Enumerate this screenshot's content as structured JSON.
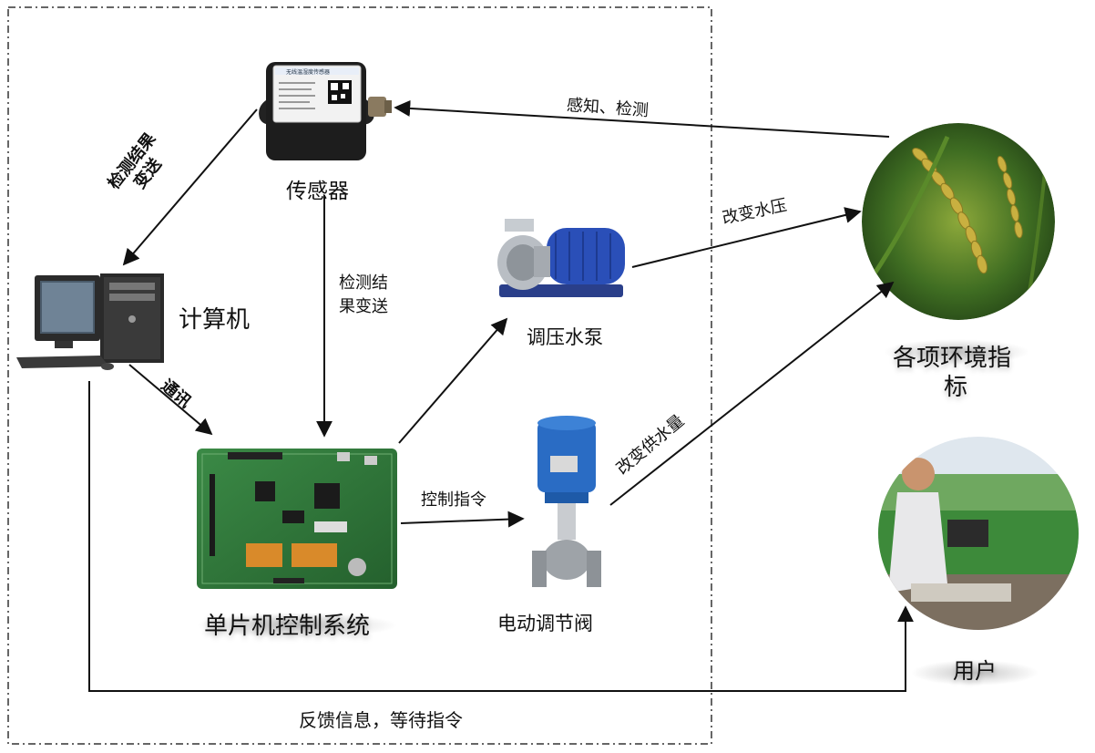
{
  "nodes": {
    "sensor": {
      "label": "传感器",
      "panel": [
        "无线温湿度传感器"
      ]
    },
    "computer": {
      "label": "计算机"
    },
    "mcu": {
      "label": "单片机控制系统"
    },
    "pump": {
      "label": "调压水泵"
    },
    "valve": {
      "label": "电动调节阀"
    },
    "env": {
      "label": "各项环境指标",
      "line1": "各项环境指",
      "line2": "标"
    },
    "user": {
      "label": "用户"
    }
  },
  "edges": {
    "detect_send_1": {
      "line1": "检测结果",
      "line2": "变送"
    },
    "detect_send_2": {
      "line1": "检测结",
      "line2": "果变送"
    },
    "comm": "通讯",
    "sense": "感知、检测",
    "water_pressure": "改变水压",
    "water_supply": "改变供水量",
    "control_cmd": "控制指令",
    "feedback": "反馈信息，等待指令"
  },
  "colors": {
    "line": "#111111",
    "pcb": "#2f7a3a",
    "pump": "#2a4fb8",
    "valve": "#2a6cc4",
    "rice": "#b29a2e",
    "field": "#3d8a3a"
  }
}
